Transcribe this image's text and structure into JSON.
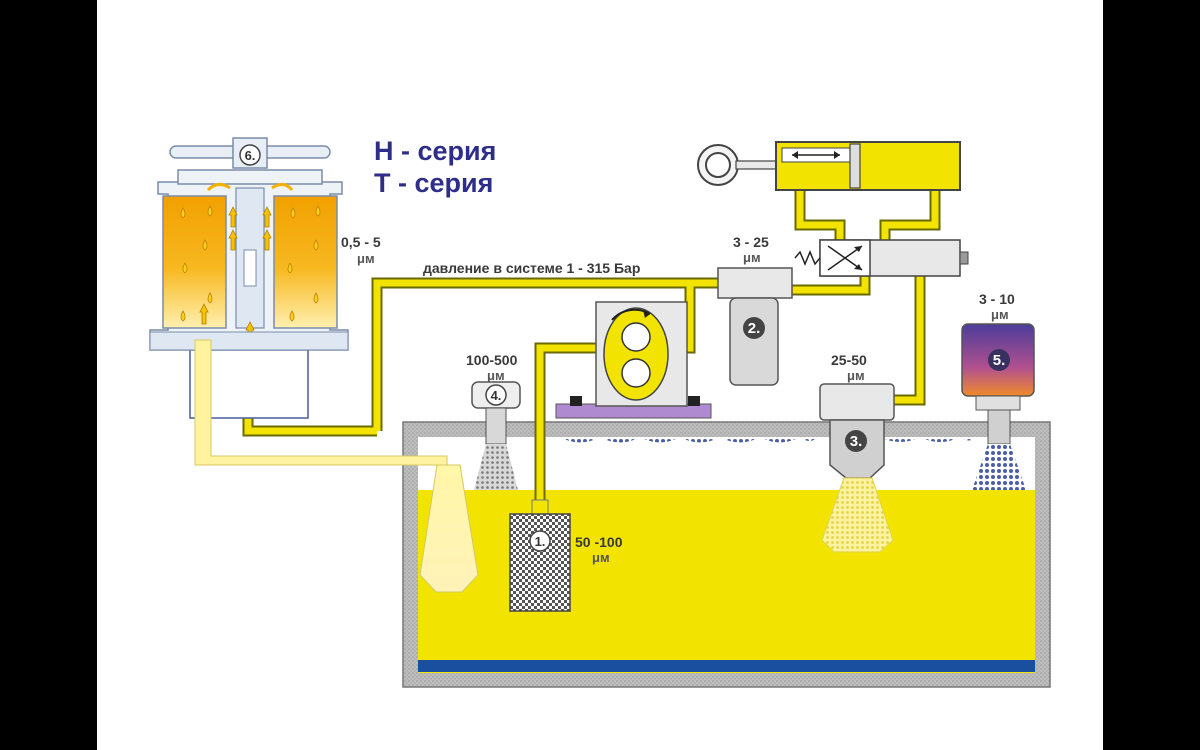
{
  "labels": {
    "series_h": "H - серия",
    "series_t": "T - серия",
    "system_pressure": "давление в системе 1 - 315 Бар"
  },
  "filters": {
    "f1": {
      "badge": "1.",
      "rating": "50 -100",
      "unit": "μм"
    },
    "f2": {
      "badge": "2.",
      "rating": "3 - 25",
      "unit": "μм"
    },
    "f3": {
      "badge": "3.",
      "rating": "25-50",
      "unit": "μм"
    },
    "f4": {
      "badge": "4.",
      "rating": "100-500",
      "unit": "μм"
    },
    "f5": {
      "badge": "5.",
      "rating": "3 - 10",
      "unit": "μм"
    },
    "f6": {
      "badge": "6.",
      "rating": "0,5 - 5",
      "unit": "μм"
    }
  },
  "colors": {
    "oil": "#f2e400",
    "series_text": "#2e2e8a",
    "water_layer": "#1a4fa0"
  }
}
